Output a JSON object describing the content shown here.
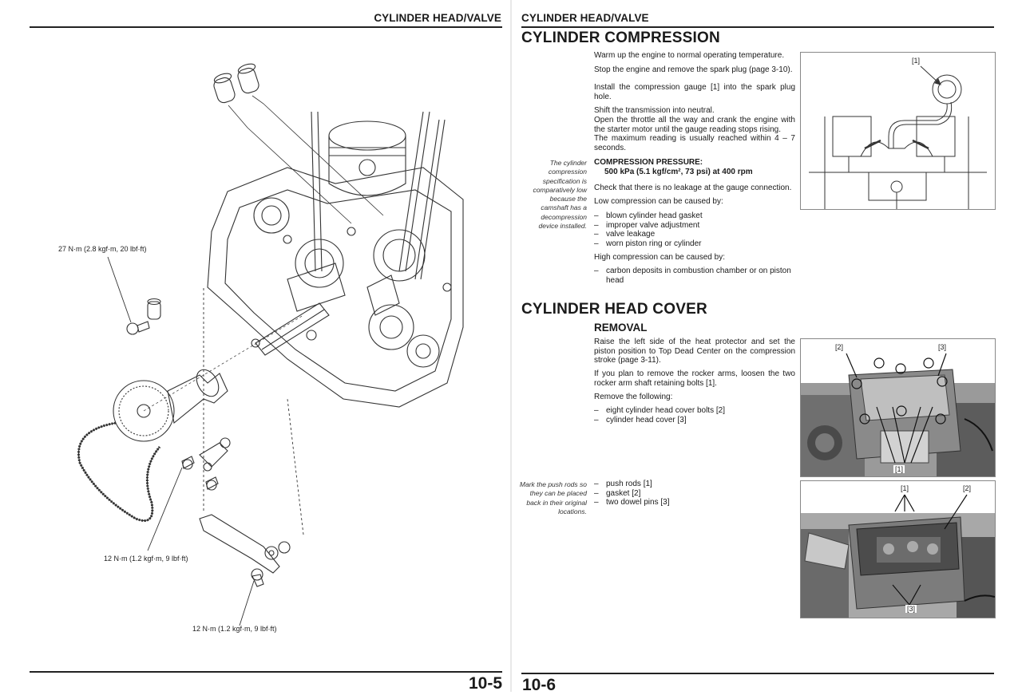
{
  "left_page": {
    "header": "CYLINDER HEAD/VALVE",
    "page_number": "10-5",
    "torque_labels": [
      "27 N·m (2.8 kgf·m, 20 lbf·ft)",
      "12 N·m (1.2 kgf·m, 9 lbf·ft)",
      "12 N·m (1.2 kgf·m, 9 lbf·ft)"
    ]
  },
  "right_page": {
    "header": "CYLINDER HEAD/VALVE",
    "page_number": "10-6",
    "compression": {
      "title": "CYLINDER COMPRESSION",
      "p1": "Warm up the engine to normal operating temperature.",
      "p2": "Stop the engine and remove the spark plug (page 3-10).",
      "p3": "Install the compression gauge [1] into the spark plug hole.",
      "p4": "Shift the transmission into neutral.",
      "p5": "Open the throttle all the way and crank the engine with the starter motor until the gauge reading stops rising.",
      "p6": "The maximum reading is usually reached within 4 – 7 seconds.",
      "margin_note": "The cylinder compression specification is comparatively low because the camshaft has a decompression device installed.",
      "spec_label": "COMPRESSION PRESSURE:",
      "spec_value": "500 kPa (5.1 kgf/cm², 73 psi) at 400 rpm",
      "p7": "Check that there is no leakage at the gauge connection.",
      "low_intro": "Low compression can be caused by:",
      "low_causes": [
        "blown cylinder head gasket",
        "improper valve adjustment",
        "valve leakage",
        "worn piston ring or cylinder"
      ],
      "high_intro": "High compression can be caused by:",
      "high_causes": [
        "carbon deposits in combustion chamber or on piston head"
      ],
      "figure_callout": "[1]"
    },
    "head_cover": {
      "title": "CYLINDER HEAD COVER",
      "subtitle": "REMOVAL",
      "p1": "Raise the left side of the heat protector and set the piston position to Top Dead Center on the compression stroke (page 3-11).",
      "p2": "If you plan to remove the rocker arms, loosen the two rocker arm shaft retaining bolts [1].",
      "p3": "Remove the following:",
      "remove_items": [
        "eight cylinder head cover bolts [2]",
        "cylinder head cover [3]"
      ],
      "margin_note": "Mark the push rods so they can be placed back in their original locations.",
      "remove_items_2": [
        "push rods [1]",
        "gasket [2]",
        "two dowel pins [3]"
      ],
      "photo1_callouts": {
        "c1": "[1]",
        "c2": "[2]",
        "c3": "[3]"
      },
      "photo2_callouts": {
        "c1": "[1]",
        "c2": "[2]",
        "c3": "[3]"
      }
    }
  },
  "colors": {
    "ink": "#1a1a1a",
    "rule": "#222222",
    "photo_dark": "#3a3a3a",
    "photo_light": "#b5b5b5"
  }
}
